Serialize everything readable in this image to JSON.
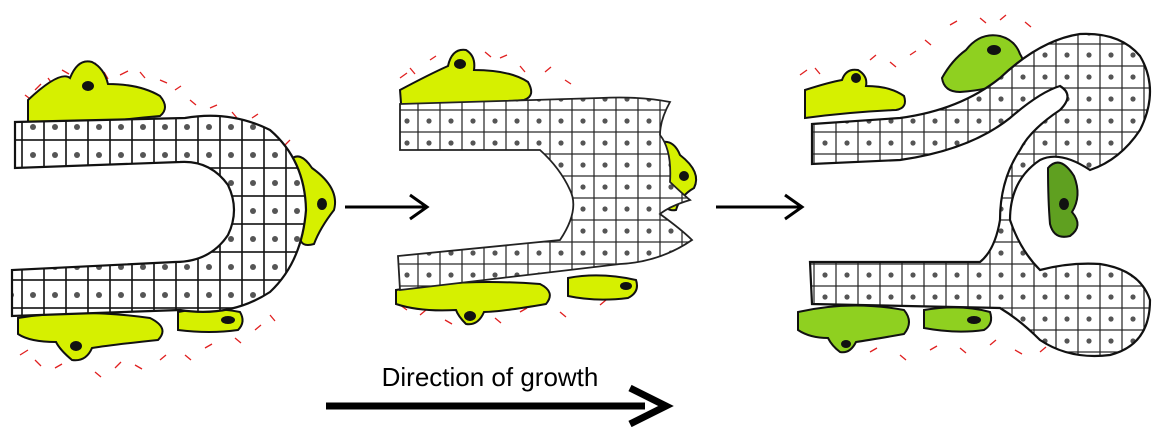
{
  "caption": "Direction of growth",
  "colors": {
    "mesenchyme_light": "#d6f000",
    "mesenchyme_dark": "#5fa020",
    "fiber_red": "#e02020",
    "cell_outline": "#111111",
    "nucleus": "#555555",
    "arrow": "#000000"
  },
  "stages": [
    {
      "name": "stage-1-u-shaped-bud"
    },
    {
      "name": "stage-2-clefting-bud"
    },
    {
      "name": "stage-3-branched-bud"
    }
  ]
}
